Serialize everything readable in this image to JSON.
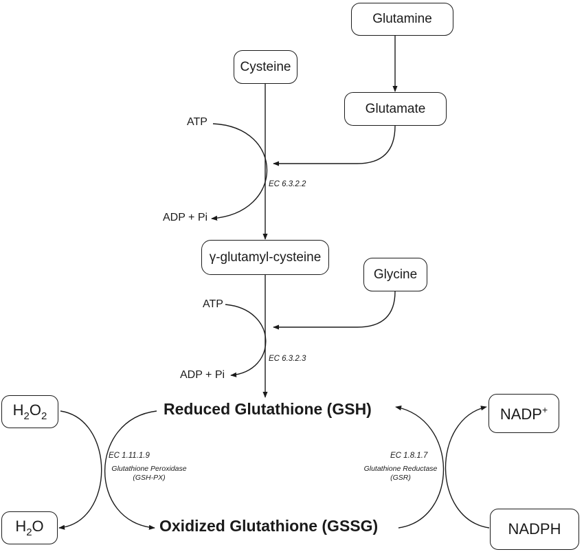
{
  "nodes": {
    "glutamine": "Glutamine",
    "glutamate": "Glutamate",
    "cysteine": "Cysteine",
    "gamma_glutamyl_cysteine": "γ-glutamyl-cysteine",
    "glycine": "Glycine",
    "gsh": "Reduced Glutathione (GSH)",
    "gssg": "Oxidized Glutathione (GSSG)",
    "h2o2": {
      "a": "H",
      "b": "2",
      "c": "O",
      "d": "2"
    },
    "h2o": {
      "a": "H",
      "b": "2",
      "c": "O"
    },
    "nadp": {
      "base": "NADP",
      "sup": "+"
    },
    "nadph": "NADPH"
  },
  "cofactors": {
    "atp_1": "ATP",
    "adp_1": "ADP + Pi",
    "atp_2": "ATP",
    "adp_2": "ADP + Pi"
  },
  "enzymes": {
    "ec_1": "EC 6.3.2.2",
    "ec_2": "EC 6.3.2.3",
    "ec_px": "EC 1.11.1.9",
    "px_name": "Glutathione Peroxidase",
    "px_abbr": "(GSH-PX)",
    "ec_gsr": "EC 1.8.1.7",
    "gsr_name": "Glutathione Reductase",
    "gsr_abbr": "(GSR)"
  }
}
